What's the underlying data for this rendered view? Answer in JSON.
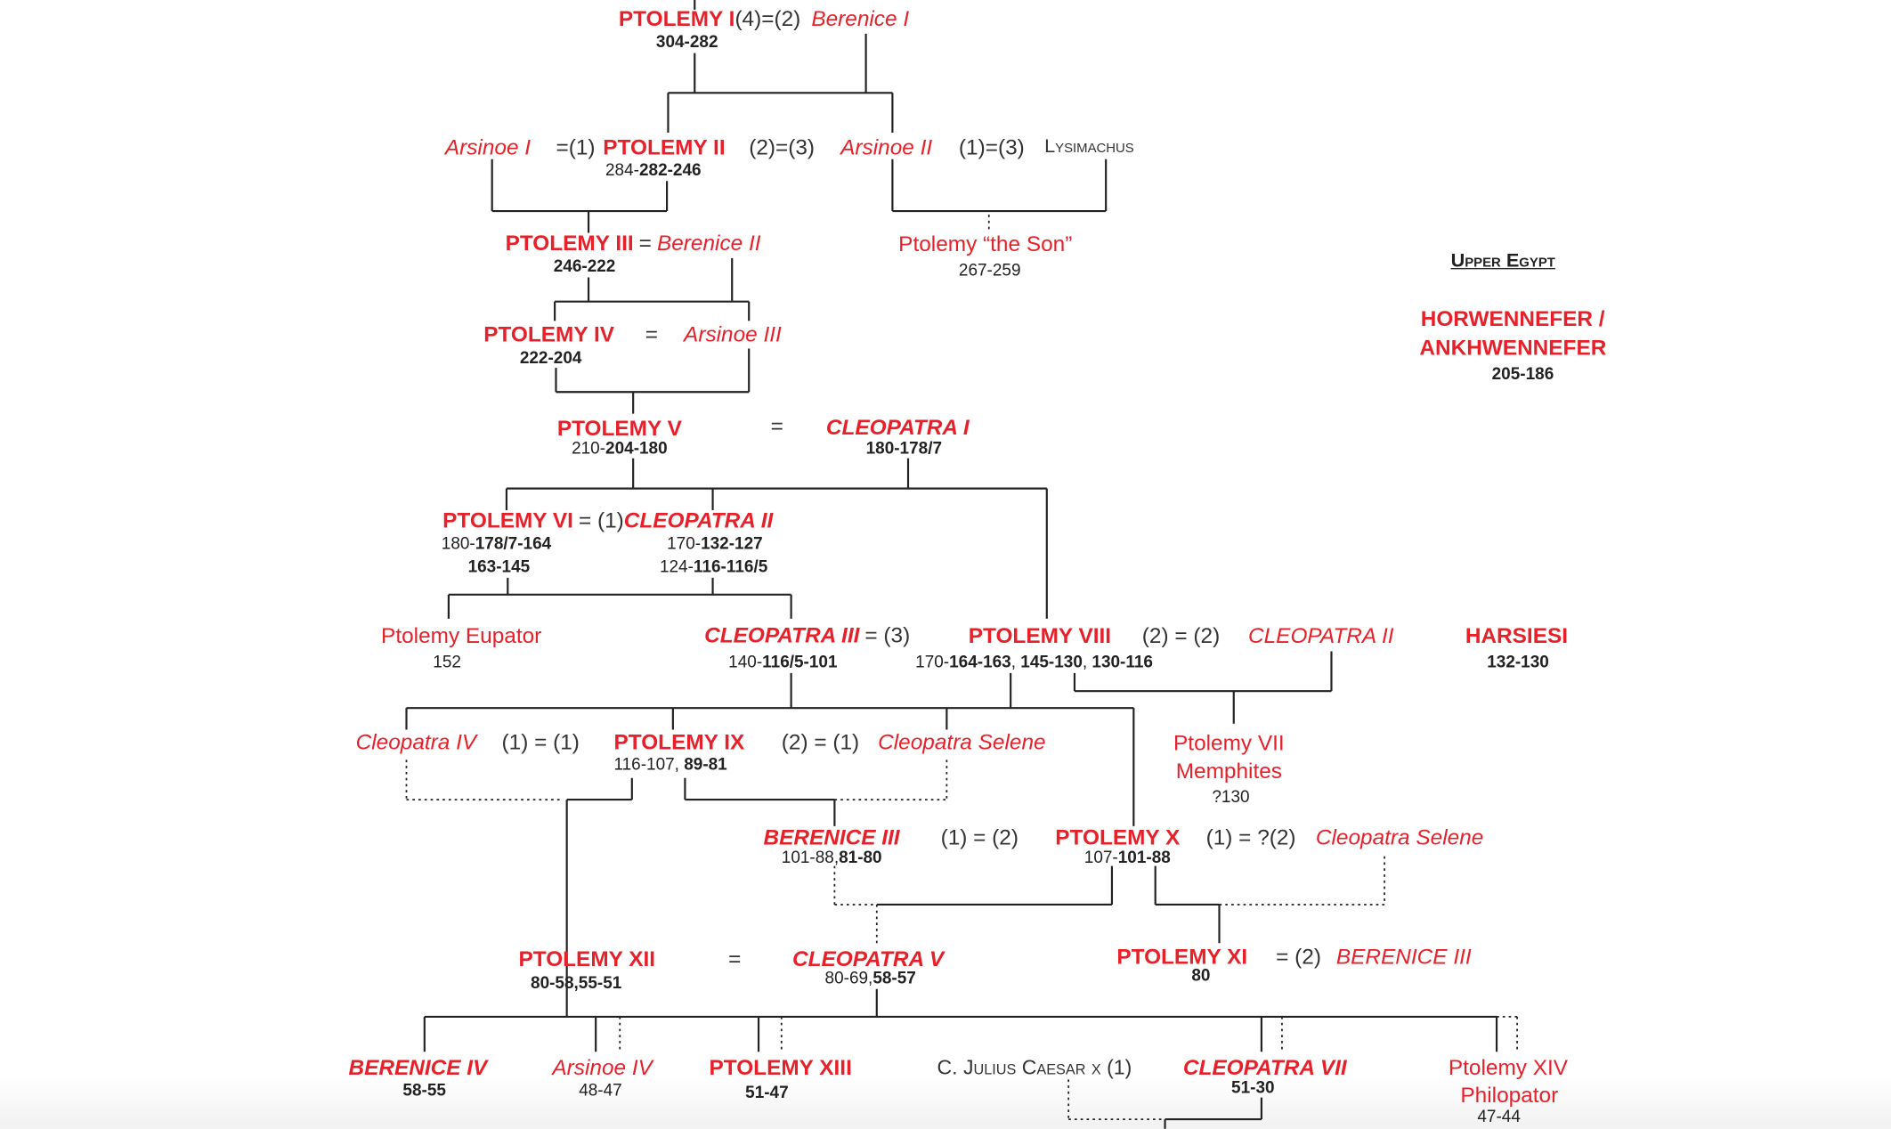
{
  "colors": {
    "royal": "#e8202a",
    "line": "#222222"
  },
  "upper_egypt": {
    "heading": "Upper Egypt",
    "name1": "HORWENNEFER /",
    "name2": "ANKHWENNEFER",
    "dates": "205-186",
    "harsiesi": "HARSIESI",
    "harsiesi_dates": "132-130"
  },
  "gen1": {
    "ptolemy1": "PTOLEMY I",
    "marriage": "(4)=(2)",
    "berenice1": "Berenice I",
    "dates": "304-282"
  },
  "gen2": {
    "arsinoe1": "Arsinoe I",
    "m1": "=(1)",
    "ptolemy2": "PTOLEMY II",
    "m2": "(2)=(3)",
    "arsinoe2": "Arsinoe II",
    "m3": "(1)=(3)",
    "lysimachus": "Lysimachus",
    "dates_a": "284-",
    "dates_b": "282-246"
  },
  "gen3": {
    "ptolemy3": "PTOLEMY III",
    "eq": "=",
    "berenice2": "Berenice II",
    "dates": "246-222",
    "son": "Ptolemy “the Son”",
    "son_dates": "267-259"
  },
  "gen4": {
    "ptolemy4": "PTOLEMY IV",
    "eq": "=",
    "arsinoe3": "Arsinoe III",
    "dates": "222-204"
  },
  "gen5": {
    "ptolemy5": "PTOLEMY V",
    "eq": "=",
    "cleopatra1": "CLEOPATRA I",
    "p5_a": "210-",
    "p5_b": "204-180",
    "c1_dates": "180-178/7"
  },
  "gen6": {
    "ptolemy6": "PTOLEMY VI",
    "m": "= (1)",
    "cleopatra2": "CLEOPATRA II",
    "p6_a": "180-",
    "p6_b": "178/7-164",
    "p6_c": "163-145",
    "c2_a": "170-",
    "c2_b": "132-127",
    "c2_c": "124-",
    "c2_d": "116-116/5"
  },
  "gen7": {
    "eupator": "Ptolemy Eupator",
    "eupator_dates": "152",
    "cleopatra3": "CLEOPATRA III",
    "m1": "= (3)",
    "ptolemy8": "PTOLEMY VIII",
    "m2": "(2) = (2)",
    "cleopatra2": "CLEOPATRA II",
    "c3_a": "140-",
    "c3_b": "116/5-101",
    "p8_a": "170-",
    "p8_b": "164-163",
    "p8_c": ", ",
    "p8_d": "145-130",
    "p8_e": ", ",
    "p8_f": "130-116"
  },
  "gen8": {
    "cleopatra4": "Cleopatra IV",
    "m1": "(1) = (1)",
    "ptolemy9": "PTOLEMY IX",
    "m2": "(2) = (1)",
    "selene": "Cleopatra Selene",
    "p9_a": "116-107, ",
    "p9_b": "89-81",
    "ptolemy7_1": "Ptolemy VII",
    "ptolemy7_2": "Memphites",
    "ptolemy7_dates": "?130"
  },
  "gen9": {
    "berenice3": "BERENICE III",
    "m1": "(1) = (2)",
    "ptolemy10": "PTOLEMY X",
    "m2": "(1) = ?(2)",
    "selene": "Cleopatra Selene",
    "b3_a": "101-88,",
    "b3_b": "81-80",
    "p10_a": "107-",
    "p10_b": "101-88"
  },
  "gen10": {
    "ptolemy12": "PTOLEMY XII",
    "eq": "=",
    "cleopatra5": "CLEOPATRA V",
    "p12_dates": "80-58,55-51",
    "c5_a": "80-69,",
    "c5_b": "58-57",
    "ptolemy11": "PTOLEMY XI",
    "m": "= (2)",
    "berenice3": "BERENICE III",
    "p11_dates": "80"
  },
  "gen11": {
    "berenice4": "BERENICE IV",
    "b4_dates": "58-55",
    "arsinoe4": "Arsinoe IV",
    "a4_dates": "48-47",
    "ptolemy13": "PTOLEMY XIII",
    "p13_dates": "51-47",
    "caesar": "C. Julius Caesar x (1)",
    "cleopatra7": "CLEOPATRA VII",
    "c7_dates": "51-30",
    "ptolemy14_1": "Ptolemy XIV",
    "ptolemy14_2": "Philopator",
    "p14_dates": "47-44"
  }
}
